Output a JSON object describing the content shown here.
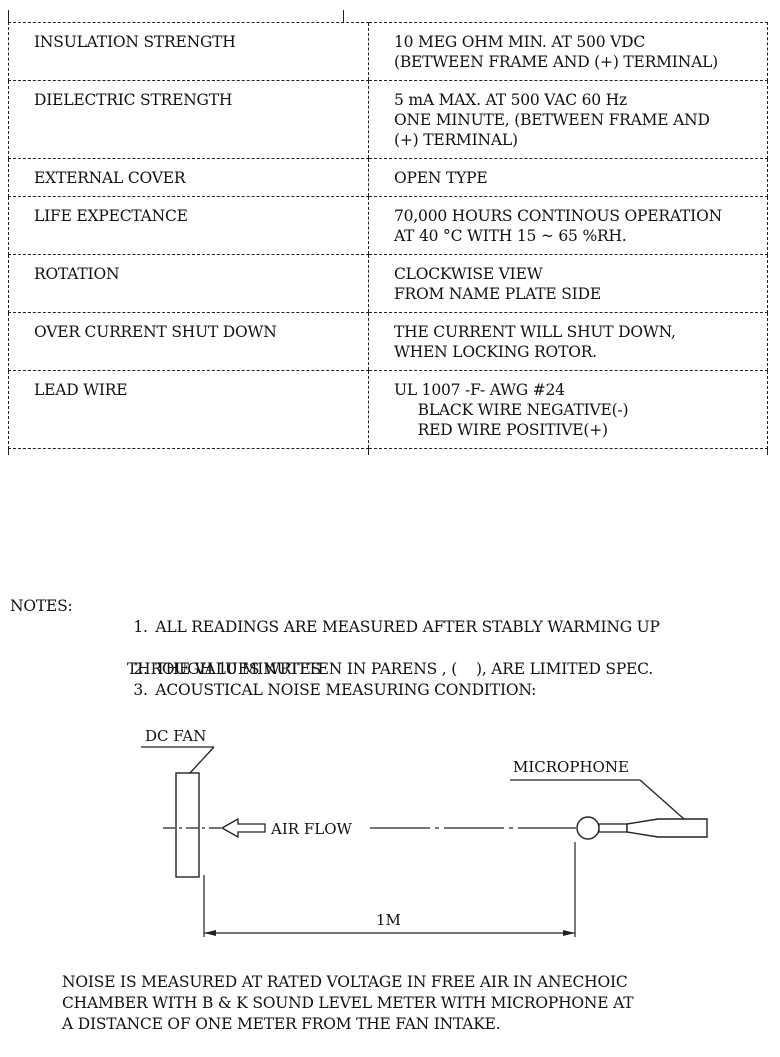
{
  "spec_table": {
    "rows": [
      {
        "label": "INSULATION STRENGTH",
        "value": [
          "10 MEG OHM MIN. AT 500 VDC",
          "(BETWEEN FRAME AND (+) TERMINAL)"
        ]
      },
      {
        "label": "DIELECTRIC STRENGTH",
        "value": [
          "5 mA MAX. AT 500 VAC 60 Hz",
          "ONE MINUTE, (BETWEEN FRAME AND",
          "(+) TERMINAL)"
        ]
      },
      {
        "label": "EXTERNAL COVER",
        "value": [
          "OPEN TYPE"
        ]
      },
      {
        "label": "LIFE EXPECTANCE",
        "value": [
          "70,000 HOURS CONTINOUS OPERATION",
          "AT 40 °C WITH 15 ~ 65 %RH."
        ]
      },
      {
        "label": "ROTATION",
        "value": [
          "CLOCKWISE VIEW",
          "FROM NAME PLATE SIDE"
        ]
      },
      {
        "label": "OVER CURRENT SHUT DOWN",
        "value": [
          "THE CURRENT WILL SHUT DOWN,",
          "WHEN LOCKING ROTOR."
        ]
      },
      {
        "label": "LEAD WIRE",
        "value": [
          "UL 1007 -F- AWG #24",
          "     BLACK WIRE NEGATIVE(-)",
          "     RED WIRE POSITIVE(+)"
        ]
      }
    ]
  },
  "notes": {
    "label": "NOTES:",
    "items": [
      {
        "num": "1.",
        "lines": [
          "ALL READINGS ARE MEASURED AFTER STABLY WARMING UP",
          "THROUGH 10 MINUTES"
        ]
      },
      {
        "num": "2.",
        "lines": [
          "THE VALUES WRITTEN IN PARENS , (    ), ARE LIMITED SPEC."
        ]
      },
      {
        "num": "3.",
        "lines": [
          "ACOUSTICAL NOISE MEASURING CONDITION:"
        ]
      }
    ]
  },
  "diagram": {
    "fan_label": "DC FAN",
    "air_flow_label": "AIR FLOW",
    "microphone_label": "MICROPHONE",
    "distance_label": "1M"
  },
  "footer": {
    "lines": [
      "NOISE IS MEASURED AT RATED VOLTAGE IN FREE AIR IN ANECHOIC",
      "CHAMBER WITH B & K SOUND LEVEL METER WITH MICROPHONE AT",
      "A DISTANCE OF ONE METER FROM THE FAN INTAKE."
    ]
  }
}
